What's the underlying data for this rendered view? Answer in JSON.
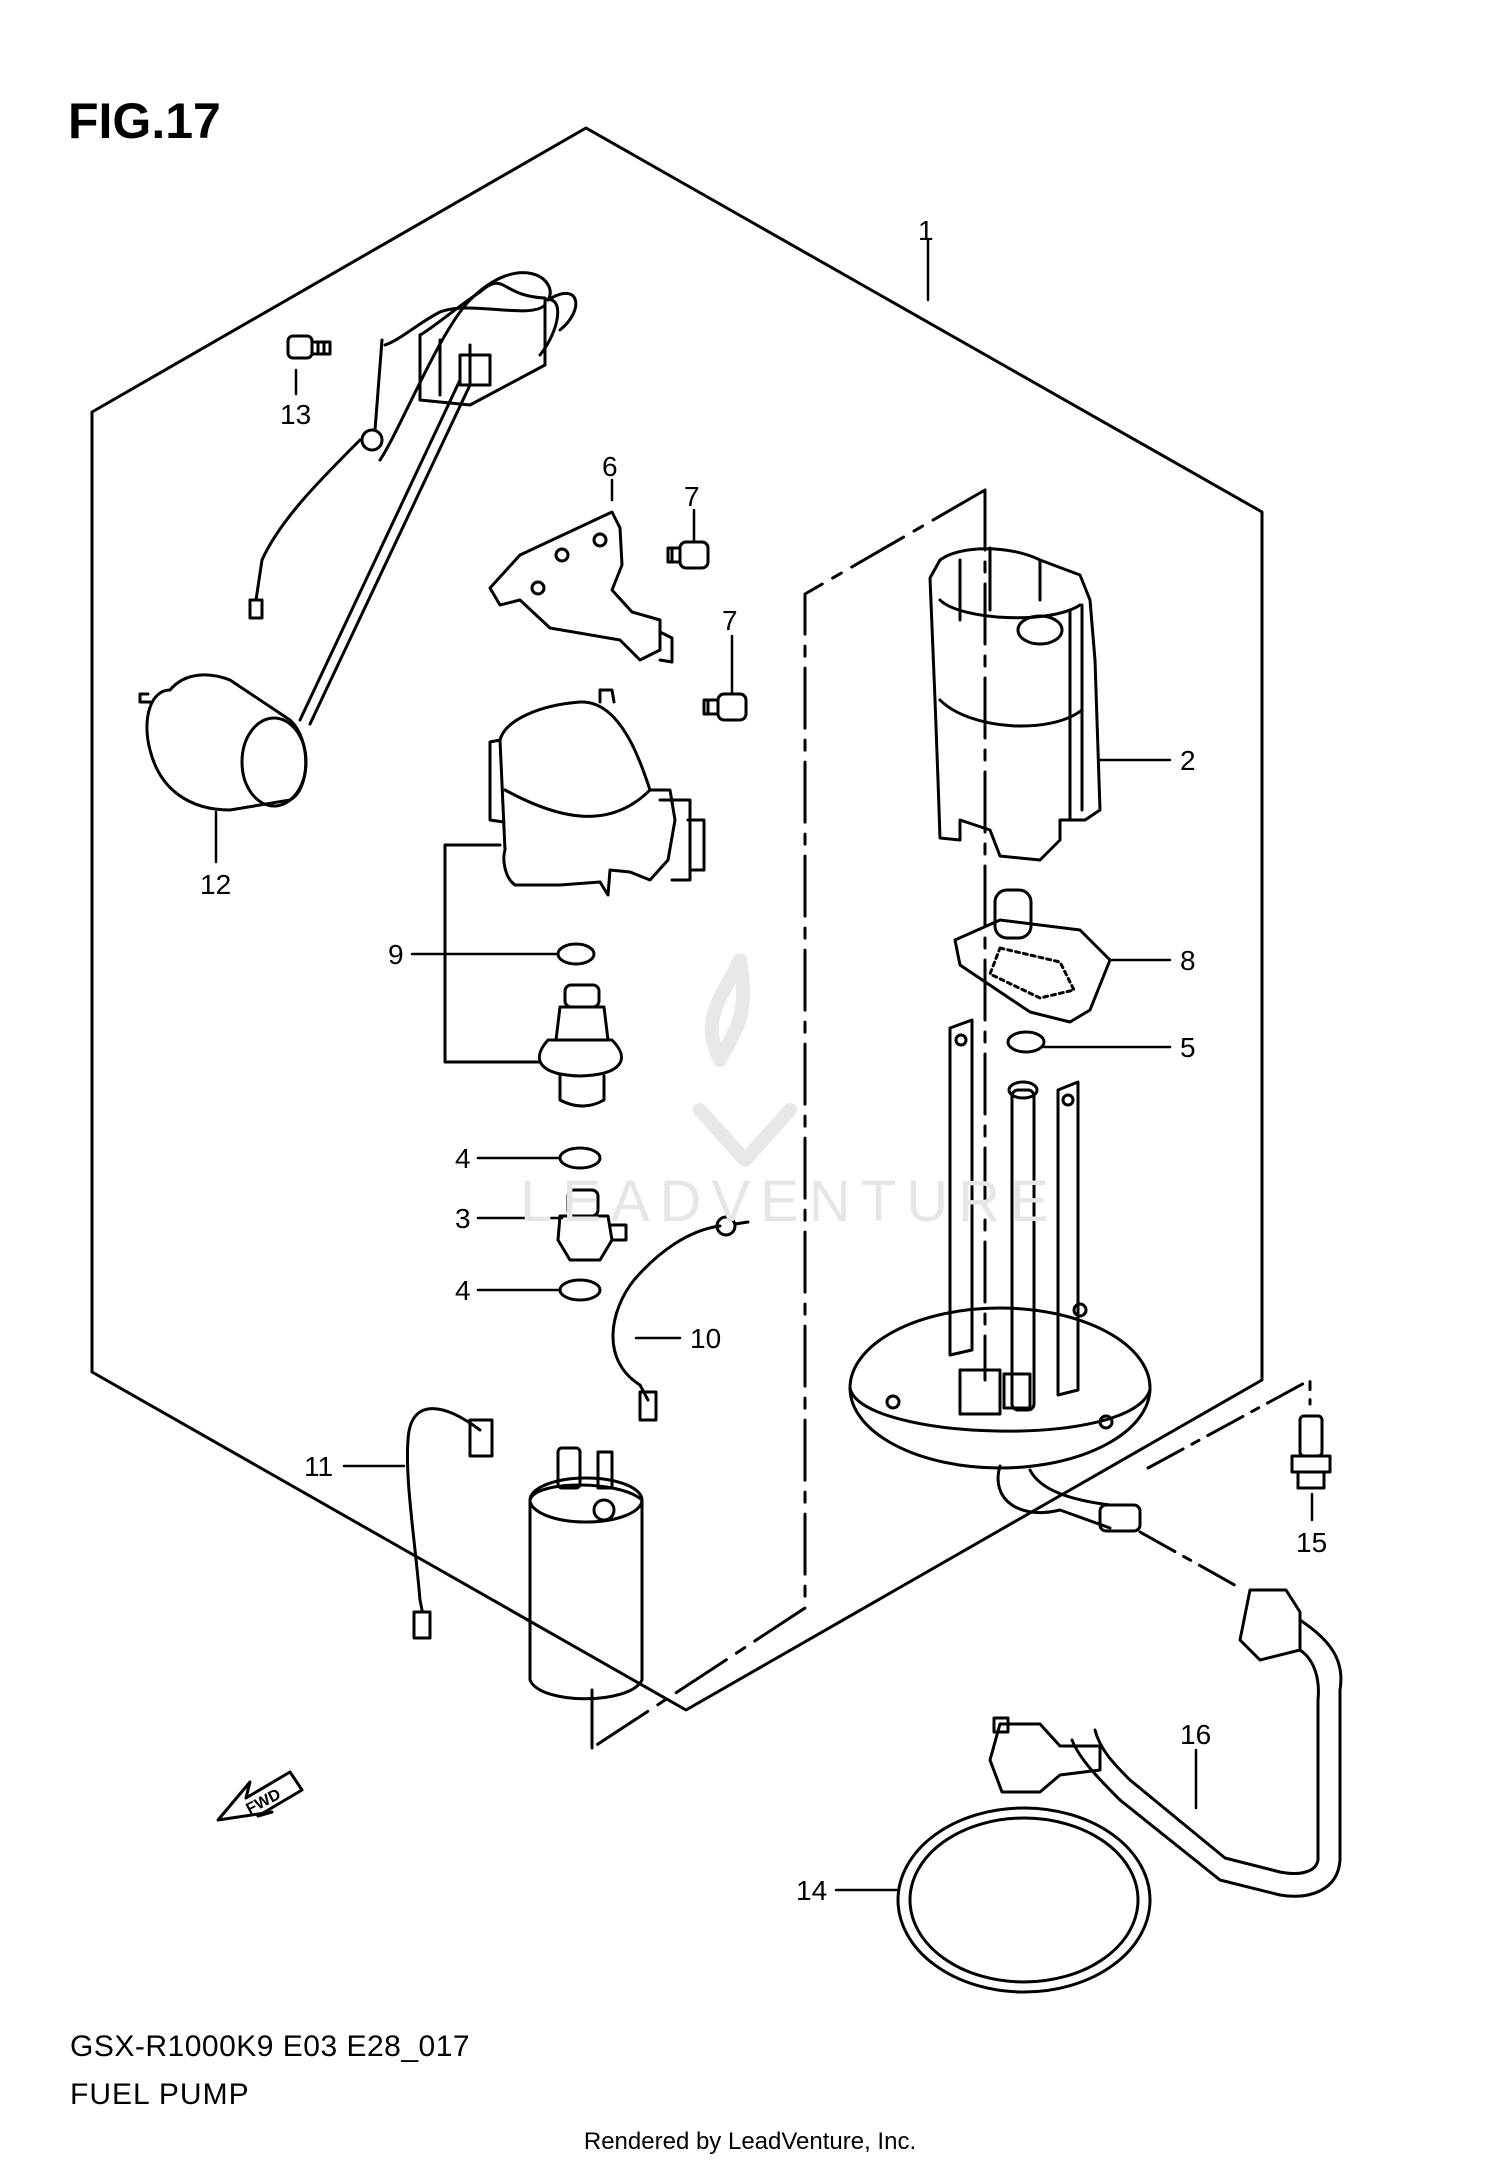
{
  "figure": {
    "title": "FIG.17",
    "model_code": "GSX-R1000K9 E03 E28_017",
    "section_name": "FUEL PUMP",
    "footer": "Rendered by LeadVenture, Inc.",
    "watermark": "LEADVENTURE",
    "fwd_label": "FWD"
  },
  "callouts": [
    {
      "id": "callout-1",
      "label": "1"
    },
    {
      "id": "callout-2",
      "label": "2"
    },
    {
      "id": "callout-3",
      "label": "3"
    },
    {
      "id": "callout-4a",
      "label": "4"
    },
    {
      "id": "callout-4b",
      "label": "4"
    },
    {
      "id": "callout-5",
      "label": "5"
    },
    {
      "id": "callout-6",
      "label": "6"
    },
    {
      "id": "callout-7a",
      "label": "7"
    },
    {
      "id": "callout-7b",
      "label": "7"
    },
    {
      "id": "callout-8",
      "label": "8"
    },
    {
      "id": "callout-9",
      "label": "9"
    },
    {
      "id": "callout-10",
      "label": "10"
    },
    {
      "id": "callout-11",
      "label": "11"
    },
    {
      "id": "callout-12",
      "label": "12"
    },
    {
      "id": "callout-13",
      "label": "13"
    },
    {
      "id": "callout-14",
      "label": "14"
    },
    {
      "id": "callout-15",
      "label": "15"
    },
    {
      "id": "callout-16",
      "label": "16"
    }
  ],
  "colors": {
    "line": "#000000",
    "background": "#ffffff",
    "watermark": "#e6e6e6"
  }
}
